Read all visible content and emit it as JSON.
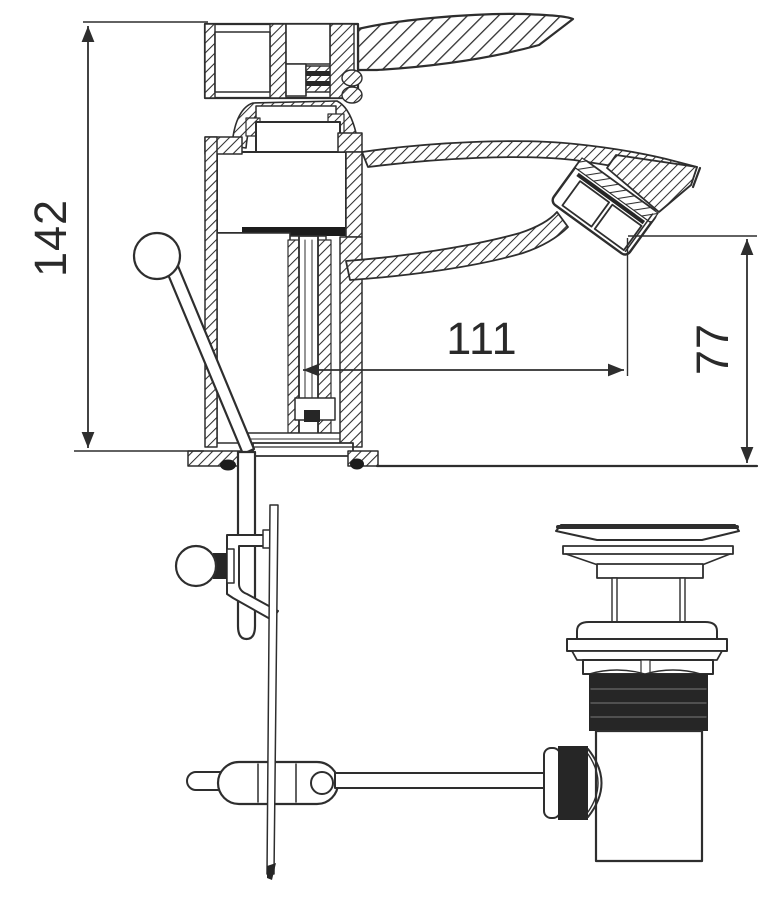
{
  "diagram": {
    "type": "technical-line-drawing",
    "subject": "Single-lever basin mixer faucet cross-section with pop-up waste drain",
    "colors": {
      "line": "#2e2e2e",
      "dark_fill": "#262626",
      "background": "#ffffff"
    },
    "dimensions": {
      "overall_height": {
        "value": "142",
        "orientation": "vertical",
        "side": "left"
      },
      "spout_reach": {
        "value": "111",
        "orientation": "horizontal",
        "side": "center"
      },
      "outlet_height": {
        "value": "77",
        "orientation": "vertical",
        "side": "right"
      }
    },
    "parts": [
      "handle-lever",
      "cartridge-cap",
      "bonnet",
      "faucet-body",
      "spout",
      "aerator",
      "pop-up-knob",
      "base-flange",
      "countertop-line",
      "lift-rod",
      "clamp-bracket",
      "pull-strap",
      "horizontal-pivot-rod",
      "drain-plug",
      "drain-flange",
      "tailpiece-threads",
      "waste-body",
      "pivot-nut"
    ]
  }
}
